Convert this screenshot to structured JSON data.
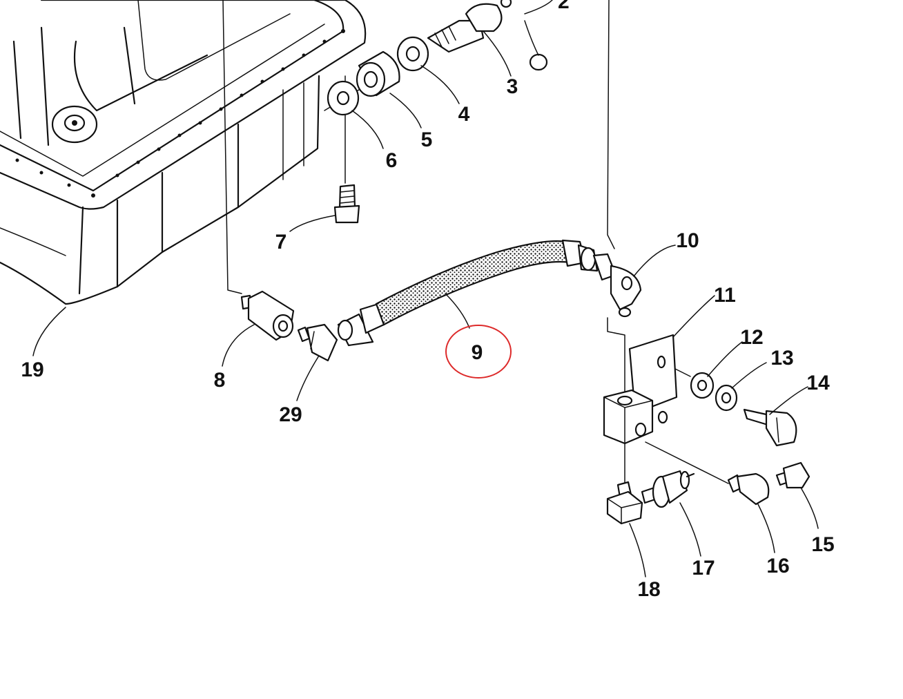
{
  "diagram": {
    "highlight_color": "#dd2a2a",
    "highlighted_callout": "9",
    "callouts": [
      {
        "id": "c2",
        "text": "2"
      },
      {
        "id": "c3",
        "text": "3"
      },
      {
        "id": "c4",
        "text": "4"
      },
      {
        "id": "c5",
        "text": "5"
      },
      {
        "id": "c6",
        "text": "6"
      },
      {
        "id": "c7",
        "text": "7"
      },
      {
        "id": "c8",
        "text": "8"
      },
      {
        "id": "c9",
        "text": "9"
      },
      {
        "id": "c10",
        "text": "10"
      },
      {
        "id": "c11",
        "text": "11"
      },
      {
        "id": "c12",
        "text": "12"
      },
      {
        "id": "c13",
        "text": "13"
      },
      {
        "id": "c14",
        "text": "14"
      },
      {
        "id": "c15",
        "text": "15"
      },
      {
        "id": "c16",
        "text": "16"
      },
      {
        "id": "c17",
        "text": "17"
      },
      {
        "id": "c18",
        "text": "18"
      },
      {
        "id": "c19",
        "text": "19"
      },
      {
        "id": "c29",
        "text": "29"
      }
    ]
  }
}
